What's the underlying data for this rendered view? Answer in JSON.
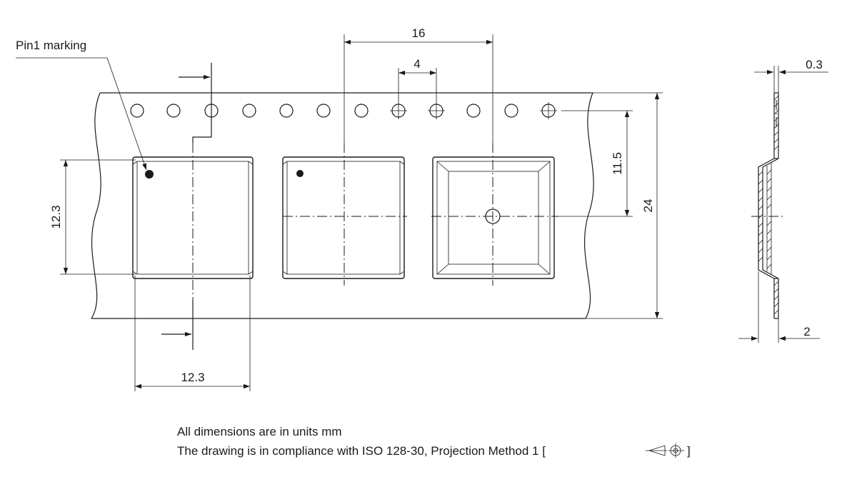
{
  "labels": {
    "pin1": "Pin1 marking"
  },
  "dimensions": {
    "pitch": "16",
    "hole_pitch": "4",
    "thickness": "0.3",
    "hole_to_center": "11.5",
    "tape_width": "24",
    "pocket_height": "12.3",
    "pocket_width": "12.3",
    "pocket_depth": "2"
  },
  "notes": {
    "units": "All dimensions are in units mm",
    "compliance": "The drawing is in compliance with ISO 128-30, Projection Method 1 [",
    "compliance_end": "]"
  }
}
